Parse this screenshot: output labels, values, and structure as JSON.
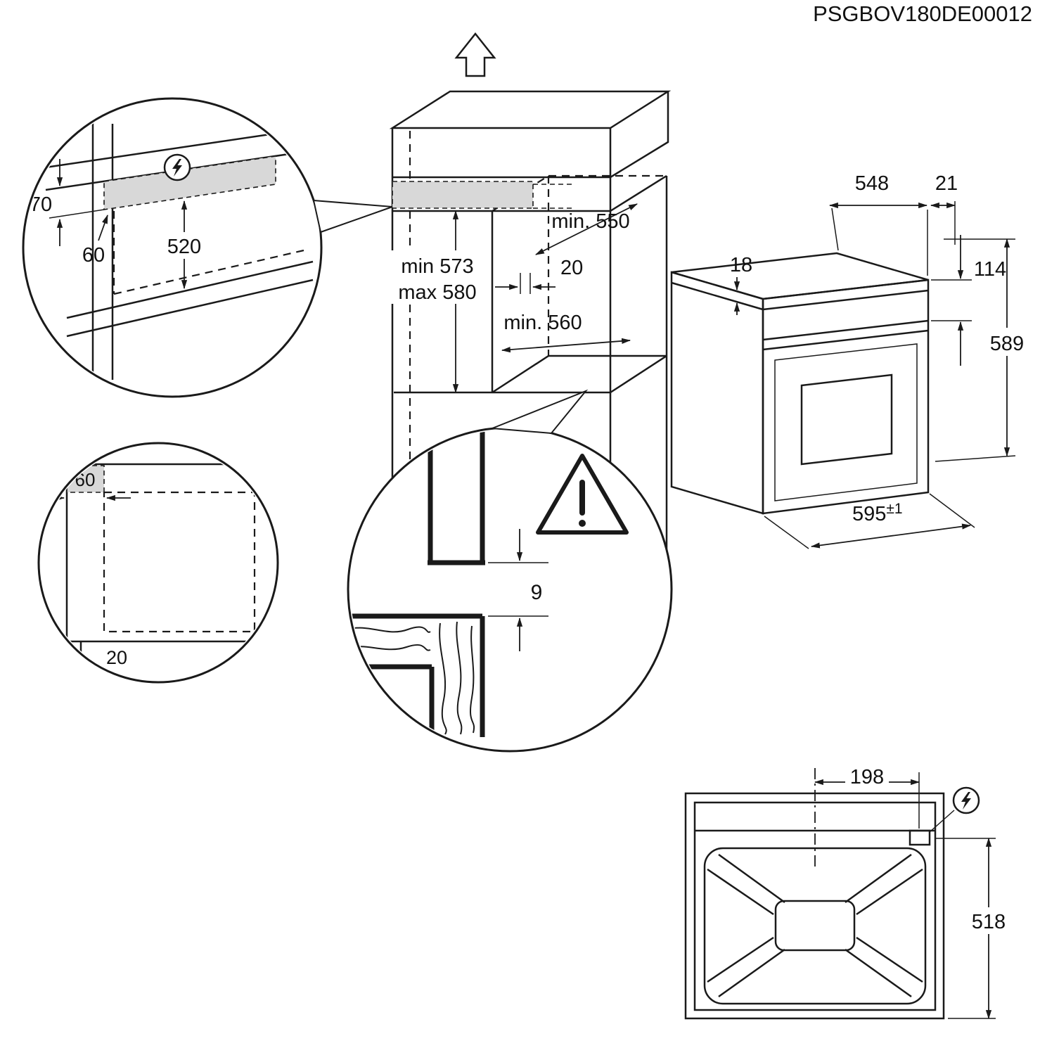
{
  "doc": {
    "part_number": "PSGBOV180DE00012"
  },
  "cabinet": {
    "depth_min": "min. 550",
    "rear_gap": "20",
    "height_min": "min 573",
    "height_max": "max 580",
    "width_min": "min. 560"
  },
  "detail_top": {
    "recess_height": "70",
    "recess_offset": "60",
    "recess_width": "520"
  },
  "detail_plan": {
    "side_clearance": "60",
    "front_clearance": "20"
  },
  "detail_gap": {
    "gap": "9"
  },
  "oven": {
    "depth": "548",
    "front_offset": "21",
    "panel_height": "114",
    "top_thickness": "18",
    "height": "589",
    "width": "595",
    "width_tolerance": "±1"
  },
  "rear": {
    "terminal_offset": "198",
    "terminal_height": "518"
  },
  "colors": {
    "line": "#1a1a1a",
    "shade": "#d8d8d8"
  }
}
